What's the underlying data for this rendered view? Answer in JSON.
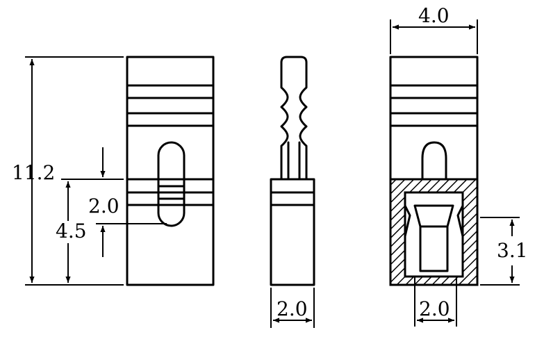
{
  "dimensions": {
    "height_total": "11.2",
    "dim_2_0_left": "2.0",
    "dim_4_5": "4.5",
    "width_mid": "2.0",
    "width_top": "4.0",
    "dim_3_1": "3.1",
    "width_bottom_right": "2.0"
  },
  "colors": {
    "line": "#000000",
    "background": "#ffffff"
  }
}
